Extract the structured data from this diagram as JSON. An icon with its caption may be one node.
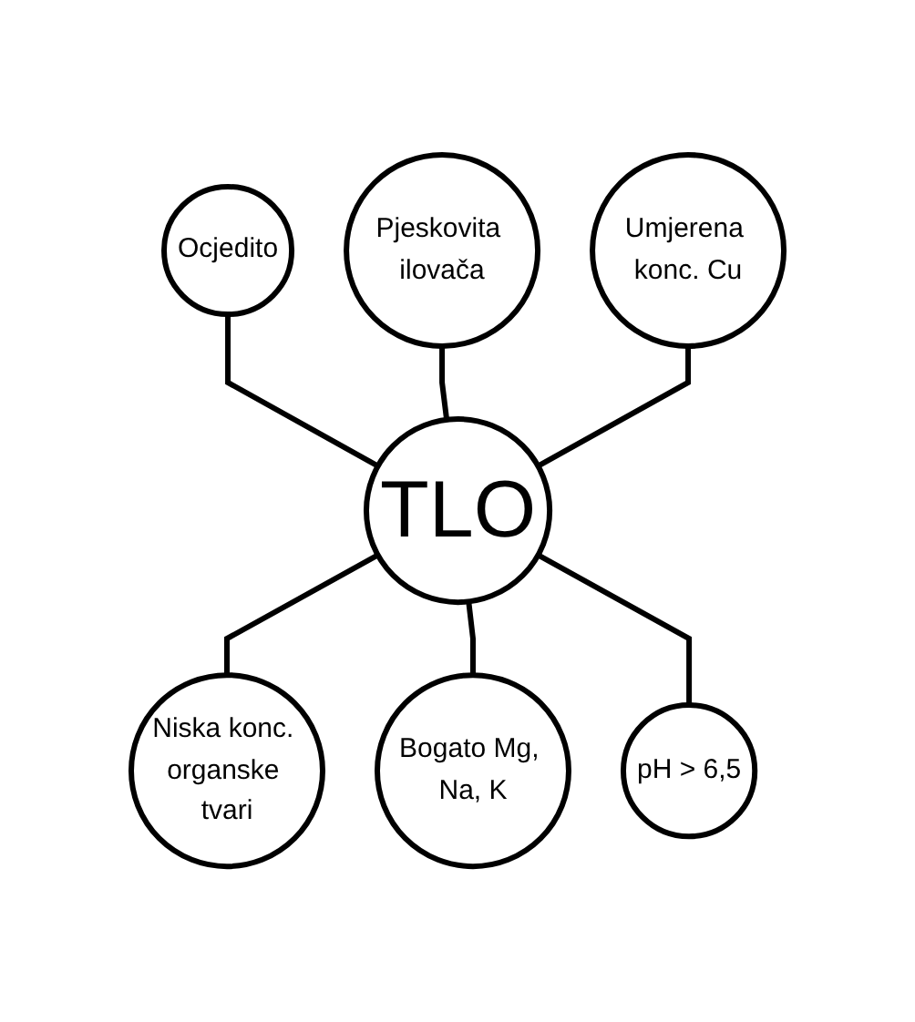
{
  "diagram": {
    "nodes": [
      {
        "text": [
          "TLO"
        ]
      },
      {
        "text": [
          "Pjeskovita ilovača"
        ]
      },
      {
        "text": [
          "Ocjedito"
        ]
      },
      {
        "text": [
          "Umjerena konc. Cu"
        ]
      },
      {
        "text": [
          "Niska konc. organske tvari"
        ]
      },
      {
        "text": [
          "Bogato Mg, Na, K"
        ]
      },
      {
        "text": [
          "pH > 6,5"
        ]
      }
    ],
    "edges": [
      {
        "from": 2,
        "to": 0,
        "arrow": "none"
      },
      {
        "from": 1,
        "to": 0,
        "arrow": "none"
      },
      {
        "from": 3,
        "to": 0,
        "arrow": "none"
      },
      {
        "from": 0,
        "to": 4,
        "arrow": "none"
      },
      {
        "from": 0,
        "to": 5,
        "arrow": "none"
      },
      {
        "from": 0,
        "to": 6,
        "arrow": "none"
      }
    ]
  }
}
